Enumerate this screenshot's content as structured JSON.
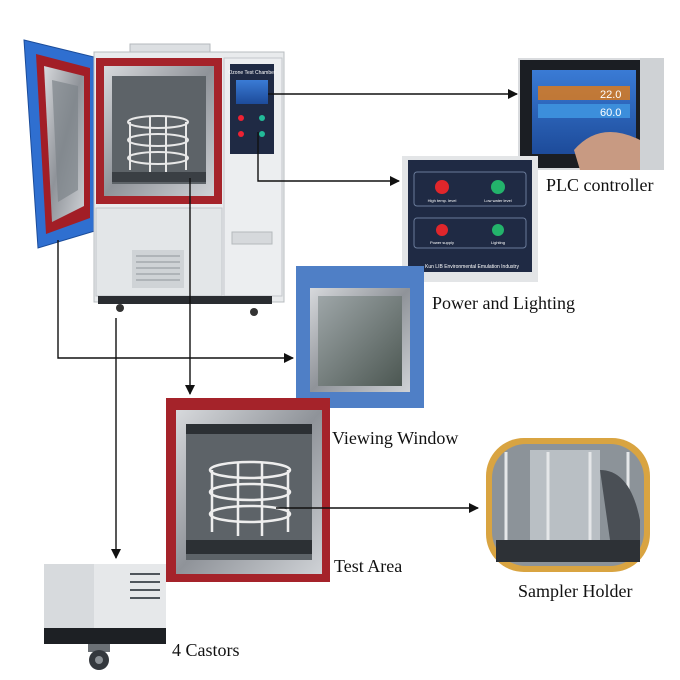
{
  "labels": {
    "plc": "PLC controller",
    "power": "Power and Lighting",
    "window": "Viewing Window",
    "test": "Test Area",
    "sampler": "Sampler Holder",
    "castors": "4 Castors"
  },
  "machine_nameplate": "Ozone Test Chamber",
  "panel_texts": {
    "high_temp": "High temp. level",
    "low_water": "Low water level",
    "power_supply": "Power supply",
    "lighting": "Lighting",
    "brand": "Kun LIB Environmental Emulation Industry"
  },
  "plc_readouts": [
    "22.0",
    "60.0"
  ],
  "colors": {
    "arrow": "#111111",
    "door_blue": "#2f6fd0",
    "frame_red": "#b0242c",
    "panel_navy": "#1f2a44",
    "cabinet": "#e8eaec",
    "holder_frame": "#d9a441"
  }
}
